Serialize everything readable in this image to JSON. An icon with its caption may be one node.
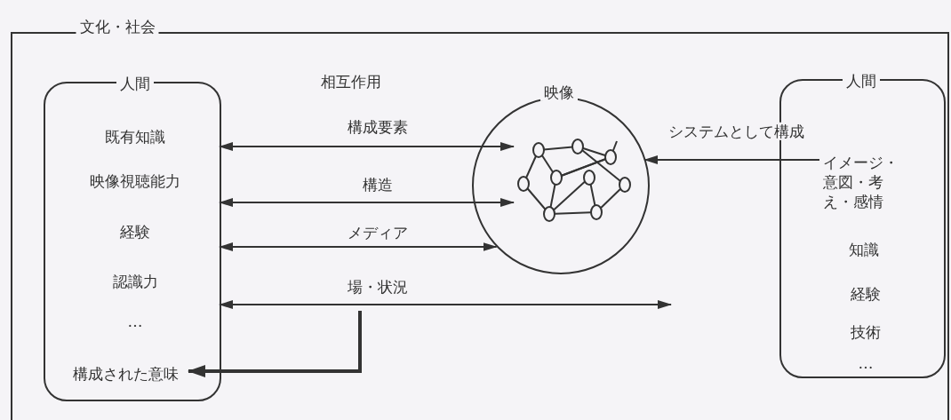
{
  "diagram": {
    "nodes": [
      {
        "text": [
          "文化・社会"
        ]
      },
      {
        "text": [
          "人間",
          "既有知識",
          "映像視聴能力",
          "経験",
          "認識力",
          "…"
        ],
        "in": 0
      },
      {
        "text": [
          "構成された意味"
        ],
        "in": 1
      },
      {
        "text": [
          "映像"
        ],
        "in": 0
      },
      {
        "text": [],
        "shape": "picture",
        "in": 3
      },
      {
        "text": [
          "人間",
          "知識",
          "経験",
          "技術",
          "…"
        ],
        "in": 0
      },
      {
        "text": [
          "イメージ・意図・考え・感情"
        ],
        "in": 5
      }
    ],
    "edges": [
      {
        "from": 1,
        "to": 4,
        "arrow": "both",
        "label": "構成要素"
      },
      {
        "from": 1,
        "to": 4,
        "arrow": "both",
        "label": "構造"
      },
      {
        "from": 1,
        "to": 3,
        "arrow": "both",
        "label": "メディア"
      },
      {
        "from": 1,
        "to": null,
        "arrow": "both",
        "label": "場・状況"
      },
      {
        "from": null,
        "to": 2,
        "arrow": "to",
        "style": "thick"
      },
      {
        "from": 6,
        "to": 3,
        "arrow": "to",
        "label": "システムとして構成"
      }
    ],
    "labels": [
      "相互作用"
    ]
  }
}
